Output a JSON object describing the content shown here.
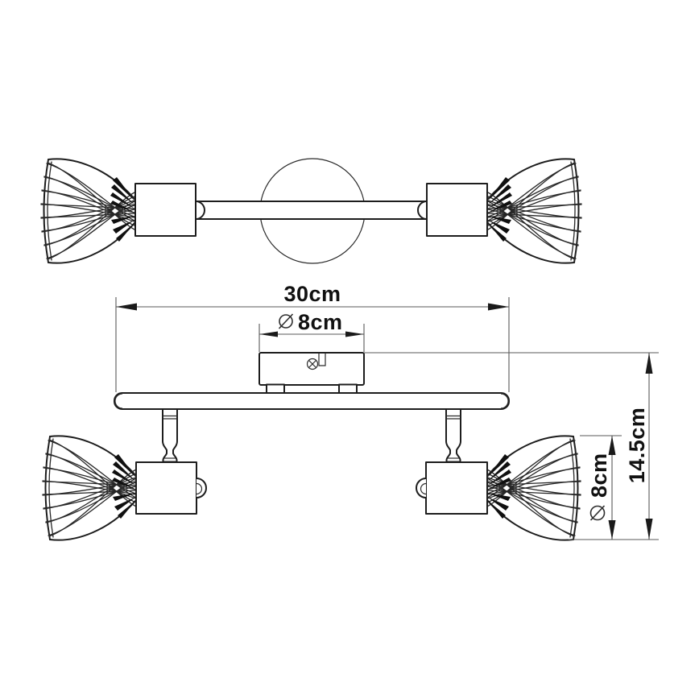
{
  "page": {
    "background_color": "#ffffff",
    "content": "technical dimension drawing of a two-light ceiling spotlight bar with wire mesh shades",
    "views": [
      "bottom view (plan)",
      "front view with dimensions"
    ]
  },
  "drawing": {
    "object_line_color": "#1d1d1d",
    "dimension_line_color": "#5a5a5a",
    "text_color": "#111111"
  },
  "labels": {
    "length": "30cm",
    "canopy_diameter": "8cm",
    "height": "14.5cm",
    "shade_diameter": "8cm",
    "diameter_symbol": "⌀"
  },
  "icons": {
    "screw_head": "⊕",
    "diameter_symbol": "⌀"
  }
}
